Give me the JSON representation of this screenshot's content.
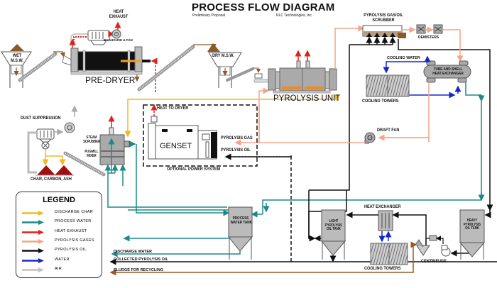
{
  "header": {
    "title": "PROCESS FLOW DIAGRAM",
    "subtitle_left": "Preliminary Proposal",
    "subtitle_right": "RLC Technologies, Inc."
  },
  "equipment": {
    "wet_msw": "WET\nM.S.W.",
    "wet_msw_l1": "WET",
    "wet_msw_l2": "M.S.W.",
    "heat_exhaust_l1": "HEAT",
    "heat_exhaust_l2": "EXHAUST",
    "baghouse_fan": "BAGHOUSE & FAN",
    "pre_dryer": "PRE-DRYER",
    "dry_msw": "DRY M.S.W.",
    "pyrolysis_unit": "PYROLYSIS UNIT",
    "scrubber_l1": "PYROLYSIS GAS/OIL",
    "scrubber_l2": "SCRUBBER",
    "demisters": "DEMISTERS",
    "cooling_water": "COOLING WATER",
    "tube_shell_l1": "TUBE AND SHELL",
    "tube_shell_l2": "HEAT EXCHANGER",
    "cooling_towers_top": "COOLING TOWERS",
    "draft_fan": "DRAFT FAN",
    "dust_suppression": "DUST SUPPRESSION",
    "steam_scrubber_l1": "STEAM",
    "steam_scrubber_l2": "SCRUBBER",
    "pugmill_l1": "PUGMILL",
    "pugmill_l2": "MIXER",
    "char_carbon_ash": "CHAR, CARBON, ASH",
    "heat_to_dryer": "HEAT TO DRYER",
    "genset": "GENSET",
    "pyrolysis_gas": "PYROLYSIS GAS",
    "pyrolysis_oil": "PYROLYSIS OIL",
    "optional_power": "OPTIONAL POWER SYSTEM",
    "process_water_tank_l1": "PROCESS",
    "process_water_tank_l2": "WATER TANK",
    "light_tank_l1": "LIGHT",
    "light_tank_l2": "PYROLYSIS",
    "light_tank_l3": "OIL TANK",
    "heat_exchanger": "HEAT EXCHANGER",
    "cooling_towers_bottom": "COOLING TOWERS",
    "centrifuge": "CENTRIFUGE",
    "heavy_tank_l1": "HEAVY",
    "heavy_tank_l2": "PYROLYSIS",
    "heavy_tank_l3": "OIL TANK"
  },
  "outputs": {
    "discharge_water": "DISCHARGE WATER",
    "collected_oil": "COLLECTED PYROLYSIS OIL",
    "sludge": "SLUDGE FOR RECYCLING"
  },
  "legend": {
    "title": "LEGEND",
    "items": [
      {
        "label": "DISCHARGE CHAR",
        "color": "#f2b821"
      },
      {
        "label": "PROCESS WATER",
        "color": "#1a8a86"
      },
      {
        "label": "HEAT EXHAUST",
        "color": "#e0201c"
      },
      {
        "label": "PYROLYSIS GASES",
        "color": "#f2a68a"
      },
      {
        "label": "PYROLYSIS OIL",
        "color": "#111111"
      },
      {
        "label": "WATER",
        "color": "#1428c8"
      },
      {
        "label": "AIR",
        "color": "#c0c0c0"
      }
    ]
  },
  "colors": {
    "char": "#f2b821",
    "process_water": "#1a8a86",
    "heat": "#e0201c",
    "gas": "#f2a68a",
    "oil": "#111111",
    "water": "#1428c8",
    "air": "#c0c0c0",
    "sludge": "#9a5a22",
    "equipment": "#b8b8b8",
    "material": "#8a5a2a",
    "char_pile": "#a01010"
  }
}
